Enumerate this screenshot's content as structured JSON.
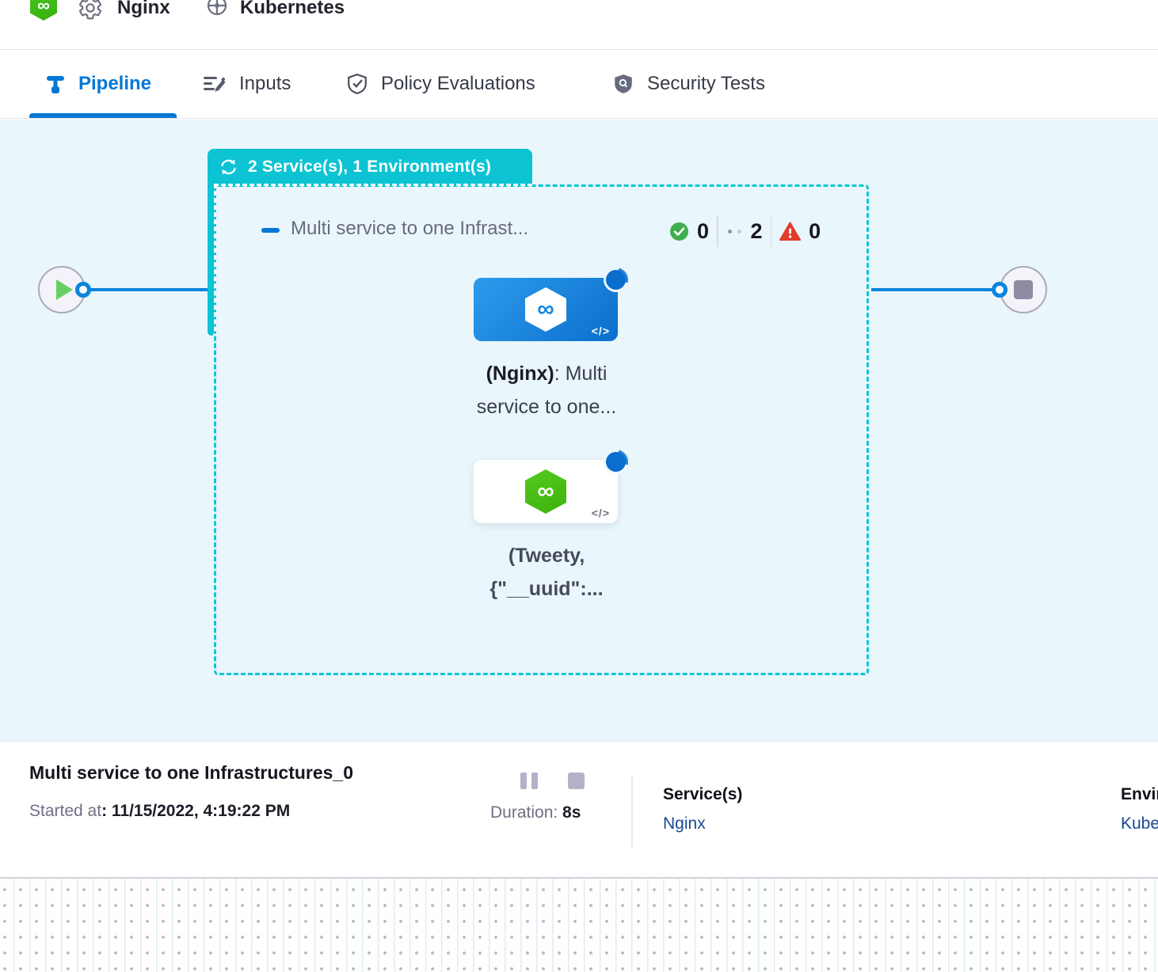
{
  "header": {
    "service": "Nginx",
    "environment": "Kubernetes"
  },
  "tabs": [
    {
      "label": "Pipeline",
      "active": true
    },
    {
      "label": "Inputs",
      "active": false
    },
    {
      "label": "Policy Evaluations",
      "active": false
    },
    {
      "label": "Security Tests",
      "active": false
    }
  ],
  "graph": {
    "badge_label": "2 Service(s), 1 Environment(s)",
    "stage": {
      "title": "Multi service to one Infrast...",
      "success_count": "0",
      "running_count": "2",
      "failed_count": "0"
    },
    "nodes": {
      "nginx": {
        "label_bold": "(Nginx)",
        "label_rest": ": Multi",
        "label_line2": "service to one...",
        "code_glyph": "</>",
        "logo_glyph": "∞"
      },
      "tweety": {
        "label_line1": "(Tweety,",
        "label_line2": "{\"__uuid\":...",
        "code_glyph": "</>",
        "logo_glyph": "∞"
      }
    },
    "logo_glyph": "∞"
  },
  "footer": {
    "title": "Multi service to one Infrastructures_0",
    "started_label": "Started at",
    "started_value": ": 11/15/2022, 4:19:22 PM",
    "duration_label": "Duration: ",
    "duration_value": "8s",
    "services_label": "Service(s)",
    "services_value": "Nginx",
    "environments_label": "Environment(s)",
    "environments_value": "Kubernetes"
  },
  "colors": {
    "accent_blue": "#0278d5",
    "teal": "#0bc3d3",
    "canvas_bg": "#e9f6fb",
    "connector_blue": "#0b85dc",
    "node_blue_gradient": [
      "#2d9bec",
      "#0b6fcd"
    ],
    "harness_green": "#4cc81e",
    "success_green": "#3fae4f",
    "error_red": "#e23c2d",
    "link_navy": "#17498f"
  },
  "icons": {
    "logo": "hexagon-infinity",
    "gear": "settings-cog",
    "kubernetes": "helm-wheel",
    "pipeline_tab": "pipeline-tee",
    "inputs_tab": "lines-pencil",
    "policy_tab": "shield-check-outline",
    "security_tab": "shield-magnifier-filled",
    "badge": "refresh-loop",
    "collapse": "minus-dash",
    "success": "check-circle-green",
    "running": "two-dots",
    "failed": "warning-triangle-red",
    "start": "play-triangle",
    "end": "stop-square",
    "step_badge": "spinner-circle"
  }
}
